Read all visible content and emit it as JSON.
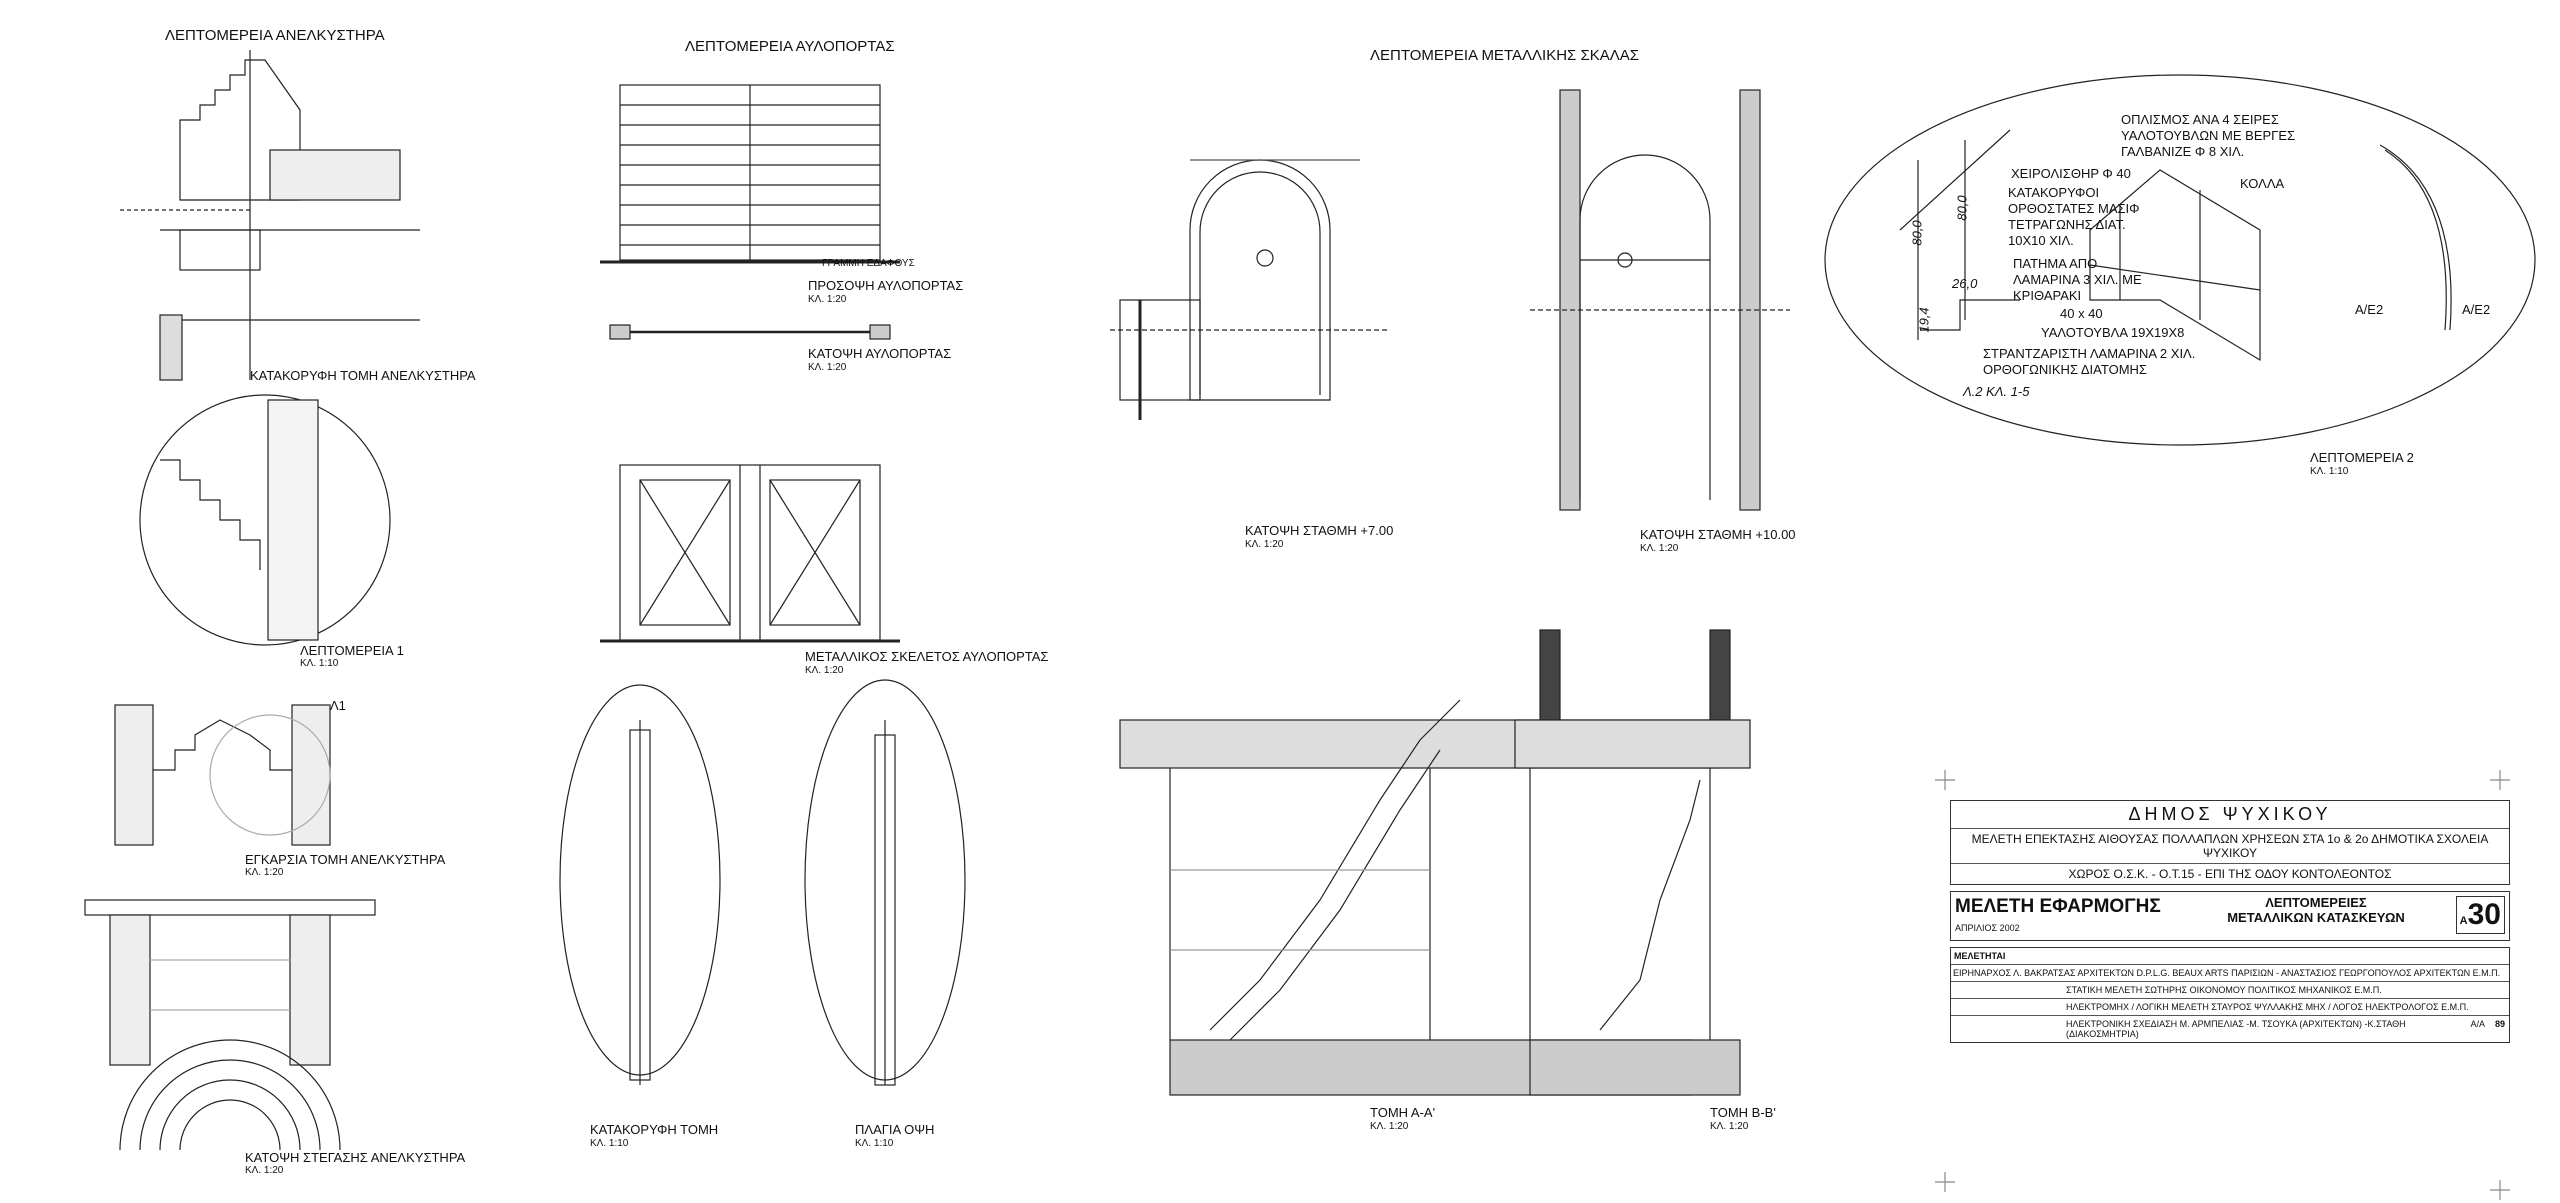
{
  "sheet": {
    "elevator": {
      "title": "ΛΕΠΤΟΜΕΡΕΙΑ ΑΝΕΛΚΥΣΤΗΡΑ",
      "vertical_section": "ΚΑΤΑΚΟΡΥΦΗ ΤΟΜΗ ΑΝΕΛΚΥΣΤΗΡΑ",
      "detail1": "ΛΕΠΤΟΜΕΡΕΙΑ 1",
      "detail1_scale": "ΚΛ. 1:10",
      "cross_section": "ΕΓΚΑΡΣΙΑ ΤΟΜΗ ΑΝΕΛΚΥΣΤΗΡΑ",
      "cross_section_scale": "ΚΛ. 1:20",
      "roof_plan": "ΚΑΤΟΨΗ ΣΤΕΓΑΣΗΣ ΑΝΕΛΚΥΣΤΗΡΑ",
      "roof_plan_scale": "ΚΛ. 1:20",
      "marker": "Λ1"
    },
    "gate": {
      "title": "ΛΕΠΤΟΜΕΡΕΙΑ ΑΥΛΟΠΟΡΤΑΣ",
      "facade": "ΠΡΟΣΟΨΗ ΑΥΛΟΠΟΡΤΑΣ",
      "facade_scale": "ΚΛ. 1:20",
      "plan": "ΚΑΤΟΨΗ ΑΥΛΟΠΟΡΤΑΣ",
      "plan_scale": "ΚΛ. 1:20",
      "frame": "ΜΕΤΑΛΛΙΚΟΣ ΣΚΕΛΕΤΟΣ ΑΥΛΟΠΟΡΤΑΣ",
      "frame_scale": "ΚΛ. 1:20",
      "vsection": "ΚΑΤΑΚΟΡΥΦΗ ΤΟΜΗ",
      "vsection_scale": "ΚΛ. 1:10",
      "side": "ΠΛΑΓΙΑ ΟΨΗ",
      "side_scale": "ΚΛ. 1:10",
      "ground": "ΓΡΑΜΜΗ ΕΔΑΦΟΥΣ"
    },
    "stair": {
      "title": "ΛΕΠΤΟΜΕΡΕΙΑ ΜΕΤΑΛΛΙΚΗΣ ΣΚΑΛΑΣ",
      "plan7": "ΚΑΤΟΨΗ ΣΤΑΘΜΗ +7.00",
      "plan7_scale": "ΚΛ. 1:20",
      "plan10": "ΚΑΤΟΨΗ ΣΤΑΘΜΗ +10.00",
      "plan10_scale": "ΚΛ. 1:20",
      "secA": "ΤΟΜΗ Α-Α'",
      "secA_scale": "ΚΛ. 1:20",
      "secB": "ΤΟΜΗ Β-Β'",
      "secB_scale": "ΚΛ. 1:20"
    },
    "detail2": {
      "title": "ΛΕΠΤΟΜΕΡΕΙΑ 2",
      "scale": "ΚΛ. 1:10",
      "notes": {
        "reinforcement": "ΟΠΛΙΣΜΟΣ ΑΝΑ 4 ΣΕΙΡΕΣ\nΥΑΛΟΤΟΥΒΛΩΝ ΜΕ ΒΕΡΓΕΣ\nΓΑΛΒΑΝΙΖΕ Φ 8 ΧΙΛ.",
        "glue": "ΚΟΛΛΑ",
        "handrail": "ΧΕΙΡΟΛΙΣΘΗΡ Φ 40",
        "posts": "ΚΑΤΑΚΟΡΥΦΟΙ\nΟΡΘΟΣΤΑΤΕΣ ΜΑΣΙΦ\nΤΕΤΡΑΓΩΝΗΣ ΔΙΑΤ.\n10Χ10 ΧΙΛ.",
        "tread": "ΠΑΤΗΜΑ ΑΠΟ\nΛΑΜΑΡΙΝΑ 3 ΧΙΛ. ΜΕ\nΚΡΙΘΑΡΑΚΙ",
        "profile": "40 x 40",
        "glassblock": "ΥΑΛΟΤΟΥΒΛΑ 19Χ19Χ8",
        "stringer": "ΣΤΡΑΝΤΖΑΡΙΣΤΗ ΛΑΜΑΡΙΝΑ 2 ΧΙΛ.\nΟΡΘΟΓΩΝΙΚΗΣ ΔΙΑΤΟΜΗΣ",
        "ref": "Λ.2  ΚΛ. 1-5",
        "dim1": "80,0",
        "dim2": "80,0",
        "dim3": "26,0",
        "dim4": "19,4",
        "sec1": "Α/Ε2",
        "sec2": "Α/Ε2"
      }
    }
  },
  "title_block": {
    "municipality": "ΔΗΜΟΣ ΨΥΧΙΚΟΥ",
    "project": "ΜΕΛΕΤΗ ΕΠΕΚΤΑΣΗΣ ΑΙΘΟΥΣΑΣ ΠΟΛΛΑΠΛΩΝ ΧΡΗΣΕΩΝ ΣΤΑ 1ο & 2ο ΔΗΜΟΤΙΚΑ ΣΧΟΛΕΙΑ ΨΥΧΙΚΟΥ",
    "location": "ΧΩΡΟΣ Ο.Σ.Κ.  -  Ο.Τ.15  -  ΕΠΙ ΤΗΣ ΟΔΟΥ ΚΟΝΤΟΛΕΟΝΤΟΣ",
    "study_type": "ΜΕΛΕΤΗ ΕΦΑΡΜΟΓΗΣ",
    "date": "ΑΠΡΙΛΙΟΣ 2002",
    "drawing_title_1": "ΛΕΠΤΟΜΕΡΕΙΕΣ",
    "drawing_title_2": "ΜΕΤΑΛΛΙΚΩΝ ΚΑΤΑΣΚΕΥΩΝ",
    "sheet_prefix": "Α",
    "sheet_number": "30",
    "team_label": "ΜΕΛΕΤΗΤΑΙ",
    "team": [
      "ΕΙΡΗΝΑΡΧΟΣ Λ. ΒΑΚΡΑΤΣΑΣ  ΑΡΧΙΤΕΚΤΩΝ  D.P.L.G.  BEAUX ARTS ΠΑΡΙΣΙΩΝ  -  ΑΝΑΣΤΑΣΙΟΣ ΓΕΩΡΓΟΠΟΥΛΟΣ ΑΡΧΙΤΕΚΤΩΝ Ε.Μ.Π.",
      "ΣΤΑΤΙΚΗ ΜΕΛΕΤΗ    ΣΩΤΗΡΗΣ ΟΙΚΟΝΟΜΟΥ  ΠΟΛΙΤΙΚΟΣ ΜΗΧΑΝΙΚΟΣ  Ε.Μ.Π.",
      "ΗΛΕΚΤΡΟΜΗΧ / ΛΟΓΙΚΗ ΜΕΛΕΤΗ  ΣΤΑΥΡΟΣ ΨΥΛΛΑΚΗΣ  ΜΗΧ / ΛΟΓΟΣ  ΗΛΕΚΤΡΟΛΟΓΟΣ  Ε.Μ.Π.",
      "ΗΛΕΚΤΡΟΝΙΚΗ ΣΧΕΔΙΑΣΗ Μ. ΑΡΜΠΕΛΙΑΣ -Μ. ΤΣΟΥΚΑ (ΑΡΧΙΤΕΚΤΩΝ) -Κ.ΣΤΑΘΗ (ΔΙΑΚΟΣΜΗΤΡΙΑ)"
    ],
    "aa_label": "Α/Α",
    "aa_number": "89"
  }
}
